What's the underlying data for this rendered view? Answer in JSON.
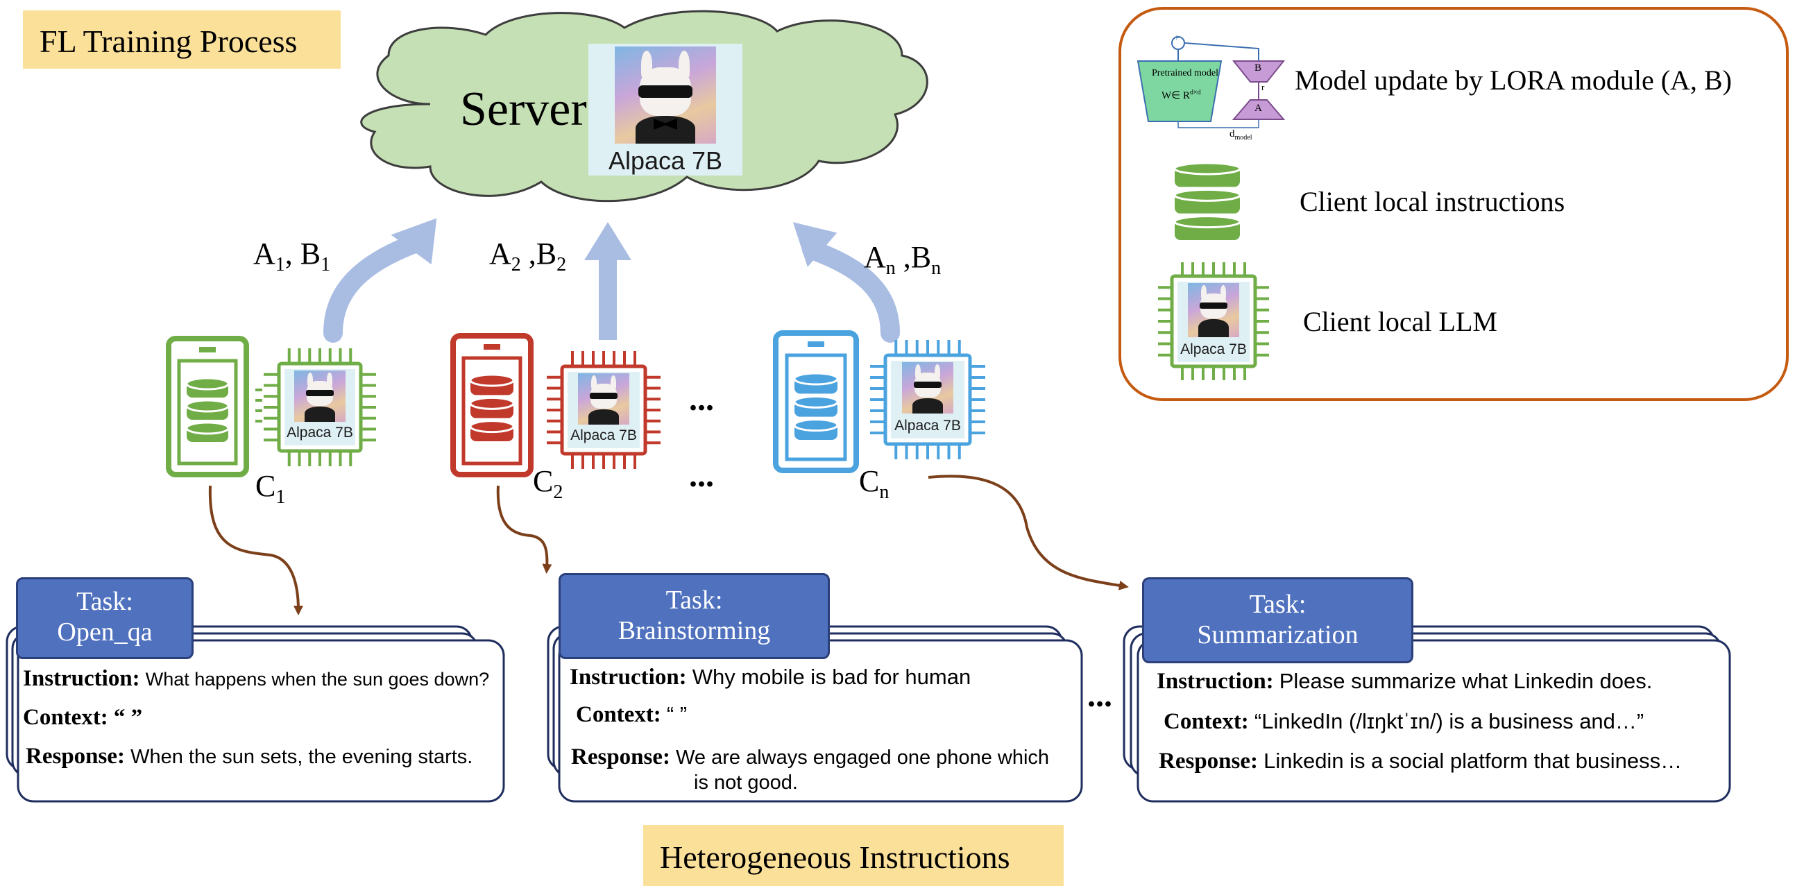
{
  "header": {
    "title": "FL Training Process"
  },
  "server": {
    "label": "Server",
    "model_name": "Alpaca 7B"
  },
  "arrows": [
    {
      "main": "A",
      "sub1": "1",
      "mid": ", B",
      "sub2": "1"
    },
    {
      "main": "A",
      "sub1": "2",
      "mid": " ,B",
      "sub2": "2"
    },
    {
      "main": "A",
      "sub1": "n",
      "mid": " ,B",
      "sub2": "n"
    }
  ],
  "clients": [
    {
      "main": "C",
      "sub": "1",
      "color": "#70ad47",
      "model_name": "Alpaca 7B"
    },
    {
      "main": "C",
      "sub": "2",
      "color": "#c0392b",
      "model_name": "Alpaca 7B"
    },
    {
      "main": "C",
      "sub": "n",
      "color": "#4aa3df",
      "model_name": "Alpaca 7B"
    }
  ],
  "ellipsis": "...",
  "tasks": [
    {
      "task_label": "Task:",
      "task_name": "Open_qa",
      "instruction_key": "Instruction:",
      "instruction": "What happens when the sun goes down?",
      "context_key": "Context:",
      "context": "“ ”",
      "response_key": "Response:",
      "response": "When the sun sets, the evening starts.",
      "response_cont": ""
    },
    {
      "task_label": "Task:",
      "task_name": "Brainstorming",
      "instruction_key": "Instruction:",
      "instruction": "Why mobile is bad for human",
      "context_key": "Context:",
      "context": "“ ”",
      "response_key": "Response:",
      "response": "We are always engaged one phone which",
      "response_cont": "is not good."
    },
    {
      "task_label": "Task:",
      "task_name": "Summarization",
      "instruction_key": "Instruction:",
      "instruction": "Please summarize what Linkedin does.",
      "context_key": "Context:",
      "context": "“LinkedIn (/lɪŋktˈɪn/) is a business and…”",
      "response_key": "Response:",
      "response": "Linkedin is a social platform that business…",
      "response_cont": ""
    }
  ],
  "legend": {
    "items": [
      {
        "icon": "lora-module-icon",
        "text": "Model update by LORA module (A, B)"
      },
      {
        "icon": "database-icon",
        "text": "Client local instructions"
      },
      {
        "icon": "chip-icon",
        "text": "Client local LLM"
      }
    ],
    "lora": {
      "pretrained_label": "Pretrained model",
      "weight_label": "W∈ R",
      "weight_sup": "d×d",
      "a_label": "A",
      "b_label": "B",
      "r_label": "r",
      "plus": "+",
      "dmodel_label": "d",
      "dmodel_sub": "model"
    },
    "chip_model_name": "Alpaca 7B"
  },
  "footer": {
    "title": "Heterogeneous Instructions"
  },
  "colors": {
    "green": "#70ad47",
    "red": "#c0392b",
    "blue": "#4aa3df",
    "arrow": "#a9bde3",
    "brown_arrow": "#7b3f1a",
    "cloud": "#c5e0b4",
    "legend_border": "#c55a11",
    "tab_blue": "#4f71be",
    "title_bg": "#fbe09a"
  }
}
